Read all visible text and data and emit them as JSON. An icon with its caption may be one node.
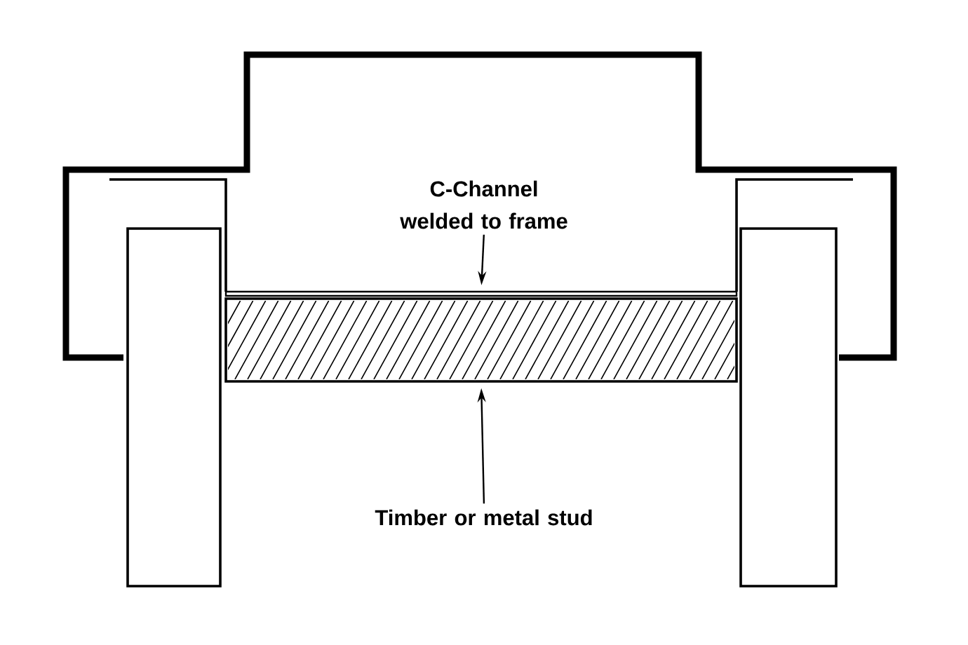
{
  "diagram": {
    "nodes": [
      {
        "text": [
          "C-Channel welded to frame"
        ]
      },
      {
        "text": [],
        "shape": "bar"
      },
      {
        "text": [
          "Timber or metal stud"
        ]
      },
      {
        "text": [],
        "shape": "bar"
      }
    ],
    "edges": [
      {
        "from": 0,
        "to": 1,
        "arrow": "to"
      },
      {
        "from": 2,
        "to": 3,
        "arrow": "to"
      }
    ]
  }
}
